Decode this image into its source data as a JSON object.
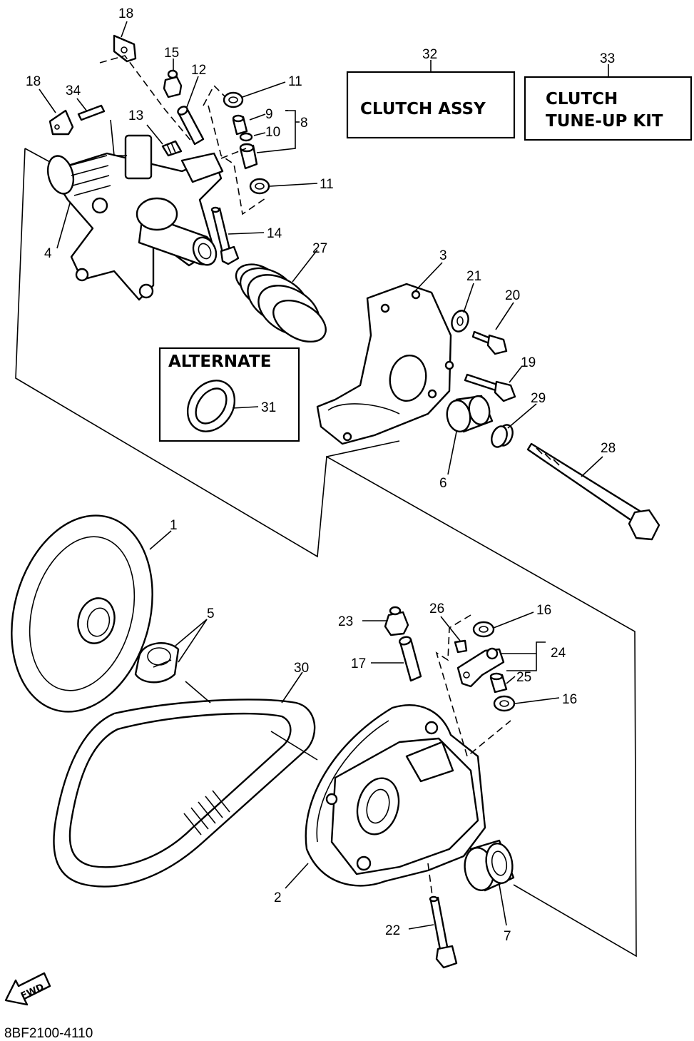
{
  "boxes": {
    "clutch_assy": "CLUTCH ASSY",
    "tune_up_line1": "CLUTCH",
    "tune_up_line2": "TUNE-UP KIT",
    "alternate": "ALTERNATE"
  },
  "fwd_label": "FWD",
  "drawing_code": "8BF2100-4110",
  "callouts": {
    "p1": "1",
    "p2": "2",
    "p3": "3",
    "p4": "4",
    "p5": "5",
    "p6": "6",
    "p7": "7",
    "p8": "8",
    "p9": "9",
    "p10": "10",
    "p11a": "11",
    "p11b": "11",
    "p12": "12",
    "p13": "13",
    "p14": "14",
    "p15": "15",
    "p16a": "16",
    "p16b": "16",
    "p17": "17",
    "p18a": "18",
    "p18b": "18",
    "p19": "19",
    "p20": "20",
    "p21": "21",
    "p22": "22",
    "p23": "23",
    "p24": "24",
    "p25": "25",
    "p26": "26",
    "p27": "27",
    "p28": "28",
    "p29": "29",
    "p30": "30",
    "p31": "31",
    "p32": "32",
    "p33": "33",
    "p34": "34"
  }
}
